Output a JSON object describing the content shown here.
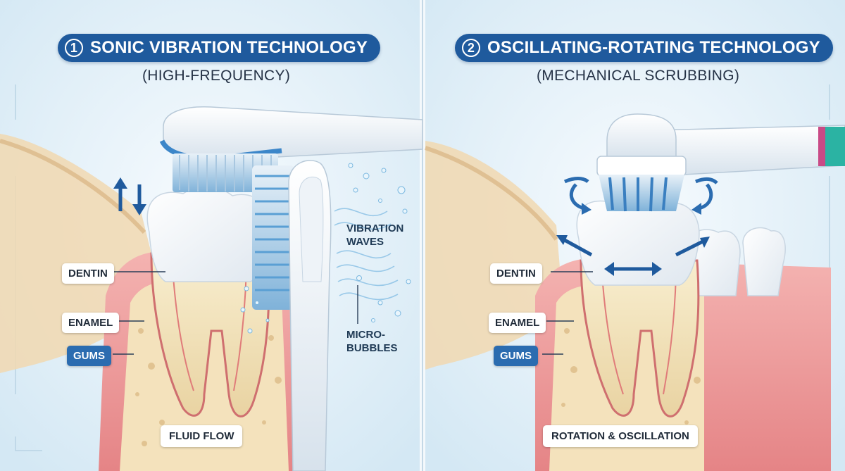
{
  "left_panel": {
    "number": "1",
    "title": "SONIC VIBRATION TECHNOLOGY",
    "subtitle": "(HIGH-FREQUENCY)",
    "labels": {
      "dentin": "DENTIN",
      "enamel": "ENAMEL",
      "gums": "GUMS",
      "vibration_waves": "VIBRATION WAVES",
      "micro_bubbles": "MICRO-BUBBLES",
      "fluid_flow": "FLUID FLOW"
    }
  },
  "right_panel": {
    "number": "2",
    "title": "OSCILLATING-ROTATING TECHNOLOGY",
    "subtitle": "(MECHANICAL SCRUBBING)",
    "labels": {
      "dentin": "DENTIN",
      "enamel": "ENAMEL",
      "gums": "GUMS",
      "rotation_oscillation": "ROTATION & OSCILLATION"
    }
  },
  "colors": {
    "title_pill": "#1f5a9d",
    "accent_blue": "#2b6cb0",
    "gum_pink": "#e98f93",
    "tooth_white": "#ffffff",
    "dentin_cream": "#f3e6c4",
    "handle_teal": "#2bb3a3",
    "handle_magenta": "#c94a86"
  },
  "icons": [
    "up-down-arrows-icon",
    "rotation-arrows-icon",
    "horizontal-arrows-icon",
    "bubbles-icon"
  ]
}
